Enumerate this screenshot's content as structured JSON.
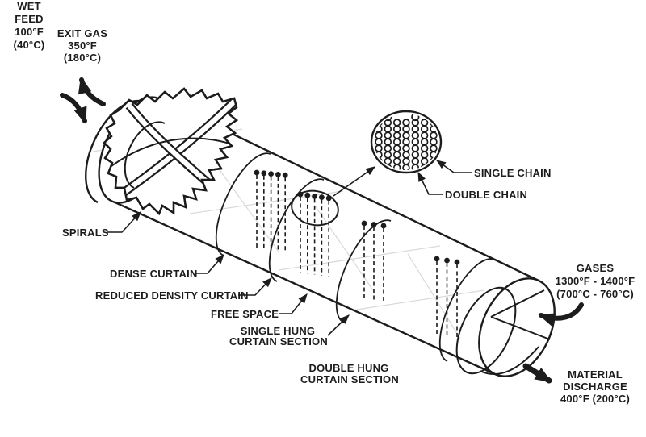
{
  "diagram": {
    "labels": {
      "wet_feed": {
        "lines": [
          "WET",
          "FEED",
          "100°F",
          "(40°C)"
        ]
      },
      "exit_gas": {
        "lines": [
          "EXIT GAS",
          "350°F",
          "(180°C)"
        ]
      },
      "spirals": "SPIRALS",
      "dense_curtain": "DENSE CURTAIN",
      "reduced_density_curtain": "REDUCED DENSITY CURTAIN",
      "free_space": "FREE SPACE",
      "single_hung": {
        "lines": [
          "SINGLE HUNG",
          "CURTAIN SECTION"
        ]
      },
      "double_hung": {
        "lines": [
          "DOUBLE HUNG",
          "CURTAIN SECTION"
        ]
      },
      "single_chain": "SINGLE CHAIN",
      "double_chain": "DOUBLE CHAIN",
      "gases": {
        "lines": [
          "GASES",
          "1300°F - 1400°F",
          "(700°C - 760°C)"
        ]
      },
      "material_discharge": {
        "lines": [
          "MATERIAL",
          "DISCHARGE",
          "400°F (200°C)"
        ]
      }
    },
    "chain_groups": [
      {
        "section": "dense-curtain",
        "chain_count": 5
      },
      {
        "section": "reduced-density-curtain",
        "chain_count": 5
      },
      {
        "section": "single-hung",
        "chain_count": 3
      },
      {
        "section": "double-hung",
        "chain_count": 3
      }
    ],
    "detail_inset": {
      "chain_columns": 7,
      "ring_rows": 8
    },
    "colors": {
      "ink": "#1c1c1c",
      "background": "#ffffff",
      "faint_line": "#d9d9d9"
    }
  }
}
